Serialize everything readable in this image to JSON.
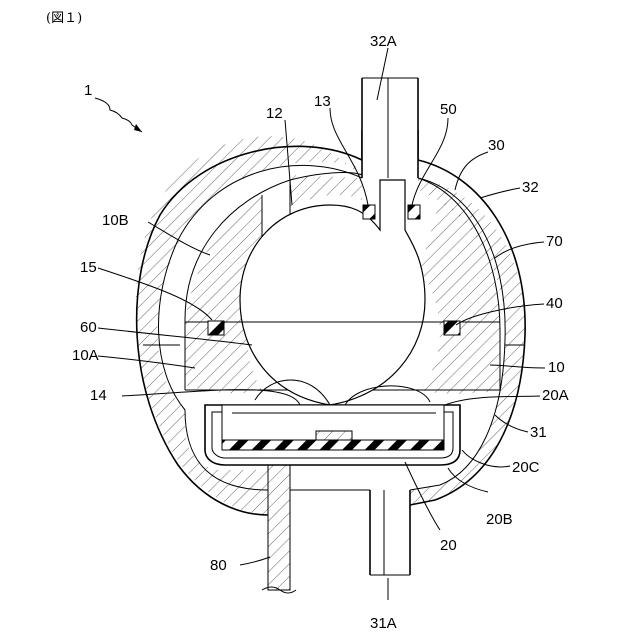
{
  "figure": {
    "caption": "(図１)",
    "labels": {
      "n1": "1",
      "n32A": "32A",
      "n13": "13",
      "n50": "50",
      "n12": "12",
      "n30": "30",
      "n32": "32",
      "n10B": "10B",
      "n70": "70",
      "n15": "15",
      "n40": "40",
      "n60": "60",
      "n10A": "10A",
      "n10": "10",
      "n14": "14",
      "n20A": "20A",
      "n31": "31",
      "n20C": "20C",
      "n20B": "20B",
      "n20": "20",
      "n80": "80",
      "n31A": "31A"
    }
  }
}
